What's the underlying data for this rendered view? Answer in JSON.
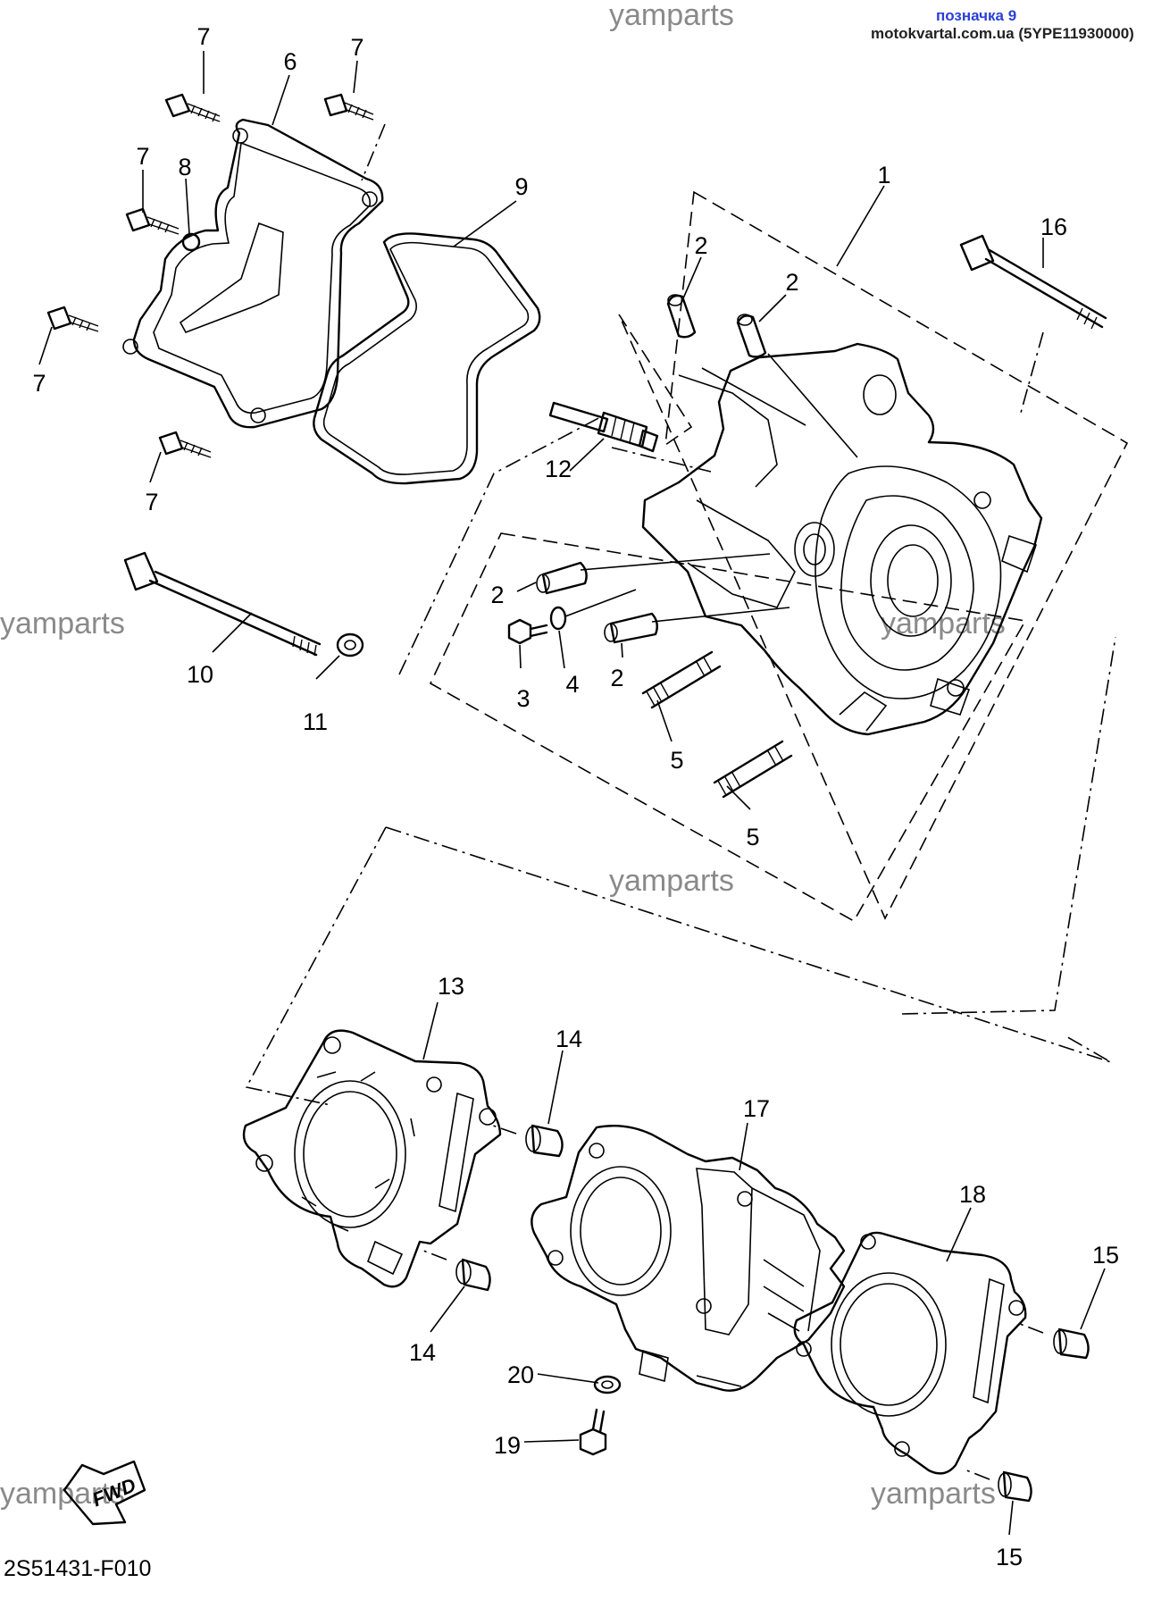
{
  "header": {
    "tag": "позначка 9",
    "source": "motokvartal.com.ua (5YPE11930000)"
  },
  "watermark": "yamparts",
  "diagram_code": "2S51431-F010",
  "fwd_label": "FWD",
  "callouts": [
    {
      "id": "c1",
      "label": "1"
    },
    {
      "id": "c2a",
      "label": "2"
    },
    {
      "id": "c2b",
      "label": "2"
    },
    {
      "id": "c2c",
      "label": "2"
    },
    {
      "id": "c2d",
      "label": "2"
    },
    {
      "id": "c3",
      "label": "3"
    },
    {
      "id": "c4",
      "label": "4"
    },
    {
      "id": "c5a",
      "label": "5"
    },
    {
      "id": "c5b",
      "label": "5"
    },
    {
      "id": "c6",
      "label": "6"
    },
    {
      "id": "c7a",
      "label": "7"
    },
    {
      "id": "c7b",
      "label": "7"
    },
    {
      "id": "c7c",
      "label": "7"
    },
    {
      "id": "c7d",
      "label": "7"
    },
    {
      "id": "c7e",
      "label": "7"
    },
    {
      "id": "c8",
      "label": "8"
    },
    {
      "id": "c9",
      "label": "9"
    },
    {
      "id": "c10",
      "label": "10"
    },
    {
      "id": "c11",
      "label": "11"
    },
    {
      "id": "c12",
      "label": "12"
    },
    {
      "id": "c13",
      "label": "13"
    },
    {
      "id": "c14a",
      "label": "14"
    },
    {
      "id": "c14b",
      "label": "14"
    },
    {
      "id": "c15a",
      "label": "15"
    },
    {
      "id": "c15b",
      "label": "15"
    },
    {
      "id": "c16",
      "label": "16"
    },
    {
      "id": "c17",
      "label": "17"
    },
    {
      "id": "c18",
      "label": "18"
    },
    {
      "id": "c19",
      "label": "19"
    },
    {
      "id": "c20",
      "label": "20"
    }
  ]
}
